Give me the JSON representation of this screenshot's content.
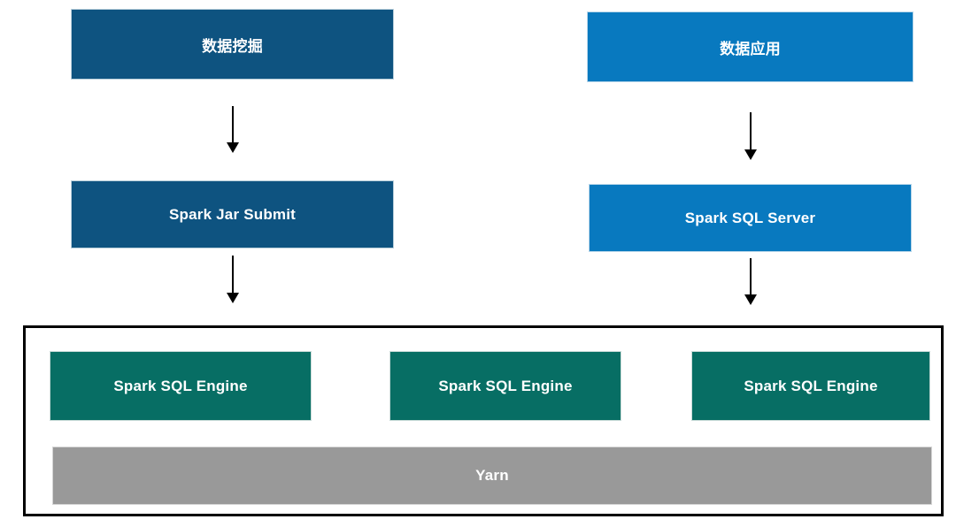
{
  "diagram": {
    "left_flow": {
      "source": {
        "label": "数据挖掘"
      },
      "submit": {
        "label": "Spark Jar Submit"
      }
    },
    "right_flow": {
      "source": {
        "label": "数据应用"
      },
      "server": {
        "label": "Spark SQL Server"
      }
    },
    "cluster": {
      "engines": [
        {
          "label": "Spark SQL Engine"
        },
        {
          "label": "Spark SQL Engine"
        },
        {
          "label": "Spark SQL Engine"
        }
      ],
      "resource_manager": {
        "label": "Yarn"
      }
    },
    "colors": {
      "dark_blue": "#0e5380",
      "light_blue": "#0879bf",
      "teal": "#076e64",
      "gray": "#999999",
      "cluster_border": "#000000",
      "arrow": "#000000",
      "label_text": "#ffffff"
    }
  }
}
